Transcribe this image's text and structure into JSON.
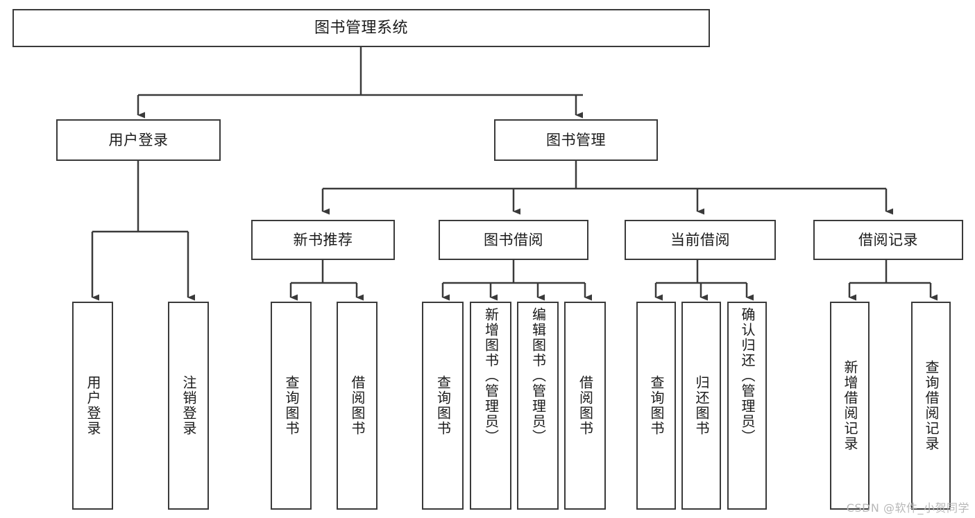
{
  "diagram": {
    "type": "tree",
    "title": "图书管理系统",
    "orientation": "top-down",
    "colors": {
      "stroke": "#3a3a3a",
      "fill": "#ffffff",
      "text": "#1b1b1b",
      "watermark": "#b8b8b8"
    },
    "nodes": {
      "root": {
        "label": "图书管理系统"
      },
      "level1": [
        {
          "id": "user-login",
          "label": "用户登录"
        },
        {
          "id": "book-manage",
          "label": "图书管理"
        }
      ],
      "level2": [
        {
          "id": "new-book-recommend",
          "label": "新书推荐"
        },
        {
          "id": "book-borrow",
          "label": "图书借阅"
        },
        {
          "id": "current-borrow",
          "label": "当前借阅"
        },
        {
          "id": "borrow-record",
          "label": "借阅记录"
        }
      ],
      "leaves": {
        "user-login": [
          {
            "id": "leaf-user-login",
            "label": "用户登录"
          },
          {
            "id": "leaf-logout-login",
            "label": "注销登录"
          }
        ],
        "new-book-recommend": [
          {
            "id": "leaf-query-book-1",
            "label": "查询图书"
          },
          {
            "id": "leaf-borrow-book-1",
            "label": "借阅图书"
          }
        ],
        "book-borrow": [
          {
            "id": "leaf-query-book-2",
            "label": "查询图书"
          },
          {
            "id": "leaf-add-book",
            "label": "新增图书（管理员）"
          },
          {
            "id": "leaf-edit-book",
            "label": "编辑图书（管理员）"
          },
          {
            "id": "leaf-borrow-book-2",
            "label": "借阅图书"
          }
        ],
        "current-borrow": [
          {
            "id": "leaf-query-book-3",
            "label": "查询图书"
          },
          {
            "id": "leaf-return-book",
            "label": "归还图书"
          },
          {
            "id": "leaf-confirm-return",
            "label": "确认归还（管理员）"
          }
        ],
        "borrow-record": [
          {
            "id": "leaf-add-record",
            "label": "新增借阅记录"
          },
          {
            "id": "leaf-query-record",
            "label": "查询借阅记录"
          }
        ]
      }
    },
    "watermark": "CSDN @软件_小贺同学"
  }
}
